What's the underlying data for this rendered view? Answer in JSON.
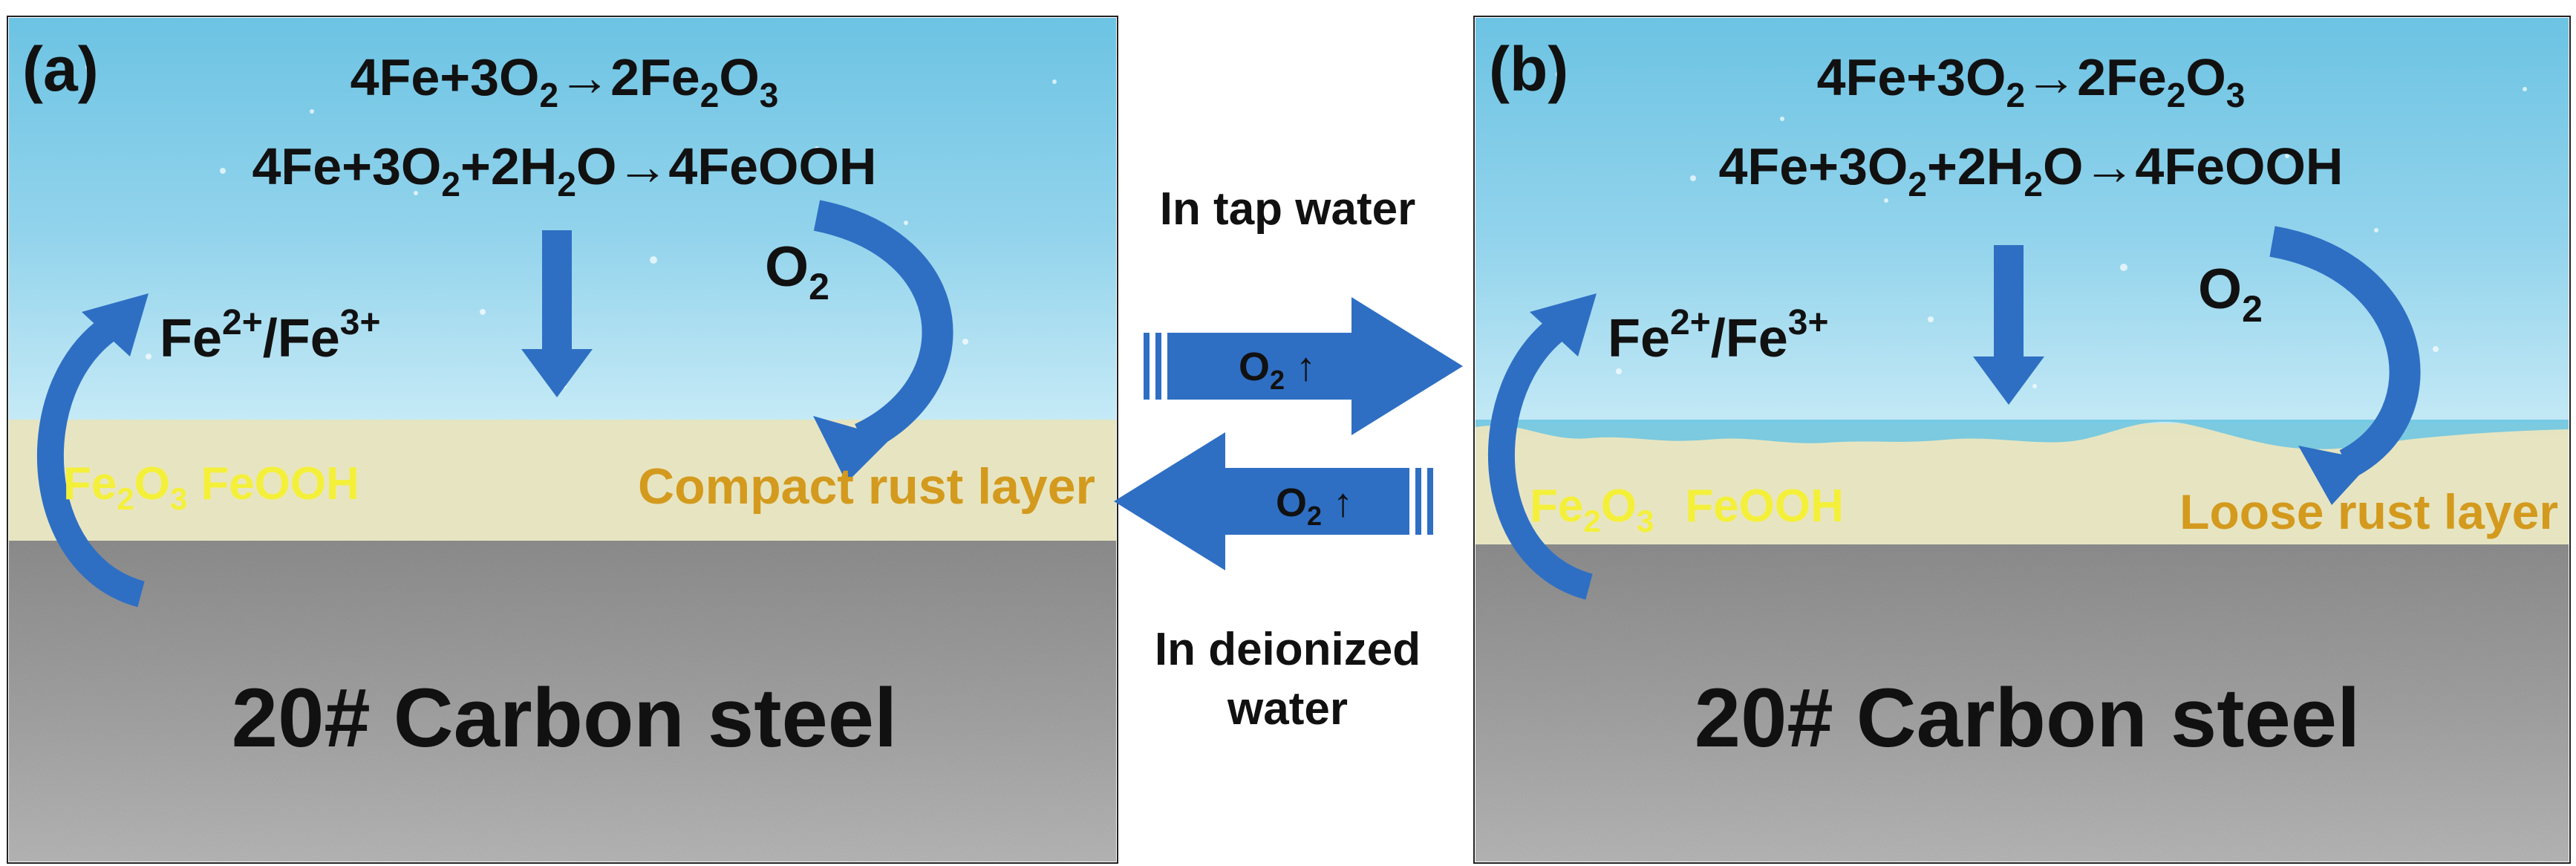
{
  "panels": [
    {
      "id": "a",
      "label": "(a)",
      "eq1": {
        "pre": "4Fe+3O",
        "s1": "2",
        "mid": "→2Fe",
        "s2": "2",
        "o": "O",
        "s3": "3"
      },
      "eq2": {
        "pre": "4Fe+3O",
        "s1": "2",
        "mid": "+2H",
        "s2": "2",
        "post": "O→4FeOOH"
      },
      "ion": {
        "fe1": "Fe",
        "sup1": "2+",
        "slash": "/Fe",
        "sup2": "3+"
      },
      "o2": {
        "o": "O",
        "sub": "2"
      },
      "products": {
        "fe": "Fe",
        "sub1": "2",
        "o": "O",
        "sub2": "3",
        "feooh": "FeOOH"
      },
      "rust_layer": "Compact rust layer",
      "substrate": "20# Carbon steel"
    },
    {
      "id": "b",
      "label": "(b)",
      "eq1": {
        "pre": "4Fe+3O",
        "s1": "2",
        "mid": "→2Fe",
        "s2": "2",
        "o": "O",
        "s3": "3"
      },
      "eq2": {
        "pre": "4Fe+3O",
        "s1": "2",
        "mid": "+2H",
        "s2": "2",
        "post": "O→4FeOOH"
      },
      "ion": {
        "fe1": "Fe",
        "sup1": "2+",
        "slash": "/Fe",
        "sup2": "3+"
      },
      "o2": {
        "o": "O",
        "sub": "2"
      },
      "products": {
        "fe": "Fe",
        "sub1": "2",
        "o": "O",
        "sub2": "3",
        "feooh": "FeOOH"
      },
      "rust_layer": "Loose rust layer",
      "substrate": "20# Carbon steel"
    }
  ],
  "center": {
    "top_label": "In tap water",
    "bottom_label_1": "In deionized",
    "bottom_label_2": "water",
    "arrow_right": {
      "o": "O",
      "sub": "2",
      "arrow": " ↑"
    },
    "arrow_left": {
      "o": "O",
      "sub": "2",
      "arrow": " ↑"
    }
  },
  "colors": {
    "water_top": "#7ccbe6",
    "water_bottom": "#b9e6f4",
    "rust_band": "#e8e6bf",
    "steel": "#9a9a9a",
    "arrow_blue": "#2e6fc4",
    "product_yellow": "#f4f03a",
    "rust_text": "#d39a1e",
    "text_dark": "#111111"
  }
}
